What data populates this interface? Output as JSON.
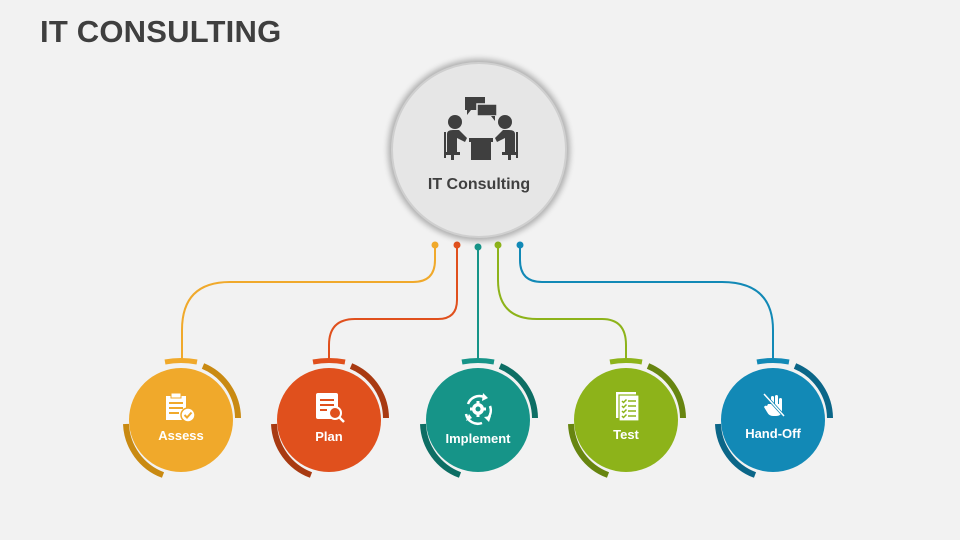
{
  "title": "IT CONSULTING",
  "hub": {
    "label": "IT Consulting",
    "icon": "meeting-consultation-icon",
    "fill": "#e6e6e6"
  },
  "steps": [
    {
      "label": "Assess",
      "icon": "clipboard-check-icon",
      "color": "#f0a92b",
      "dark": "#c98a12"
    },
    {
      "label": "Plan",
      "icon": "document-search-icon",
      "color": "#e0501d",
      "dark": "#a83a12"
    },
    {
      "label": "Implement",
      "icon": "gear-cycle-icon",
      "color": "#169488",
      "dark": "#0d6e64"
    },
    {
      "label": "Test",
      "icon": "checklist-icon",
      "color": "#8db31a",
      "dark": "#678510"
    },
    {
      "label": "Hand-Off",
      "icon": "hand-off-icon",
      "color": "#1289b6",
      "dark": "#0b6688"
    }
  ]
}
